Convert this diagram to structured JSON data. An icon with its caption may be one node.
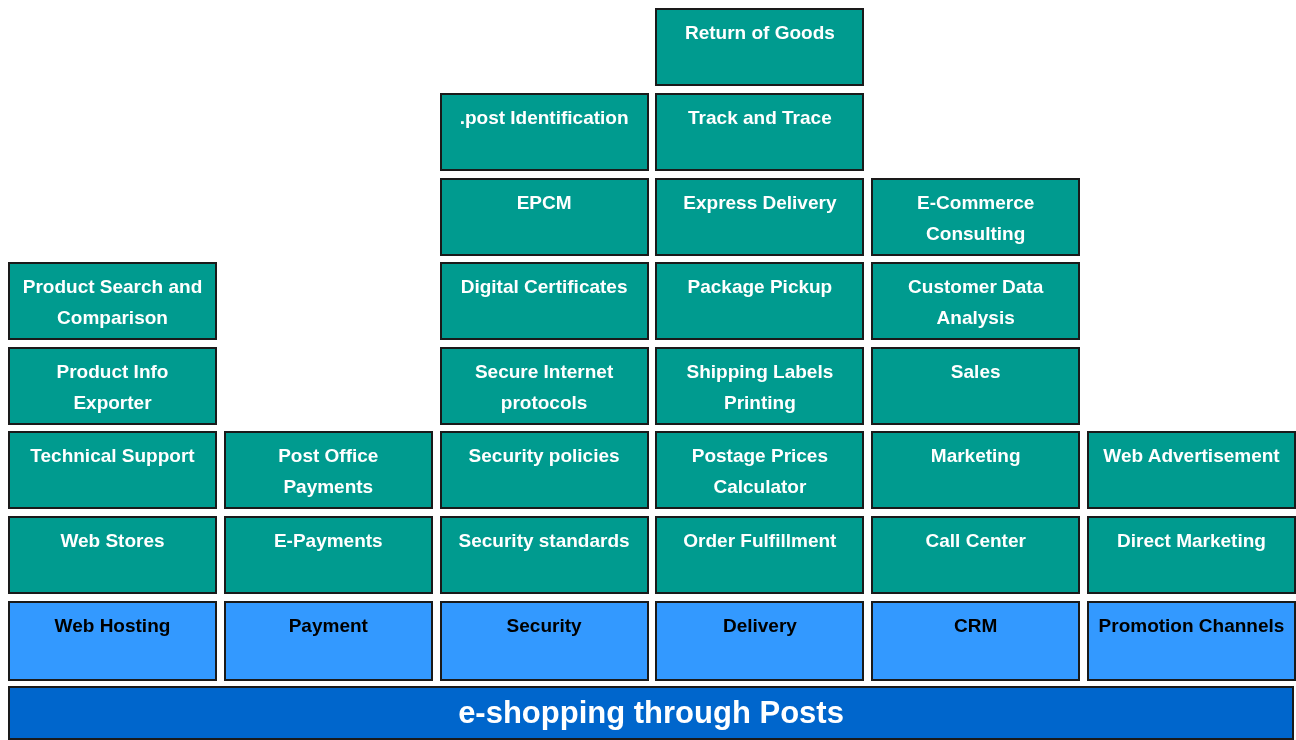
{
  "diagram": {
    "nodes": [
      {
        "text": [
          "Return of Goods"
        ]
      },
      {
        "text": [
          ".post Identification"
        ]
      },
      {
        "text": [
          "Track and Trace"
        ]
      },
      {
        "text": [
          "EPCM"
        ]
      },
      {
        "text": [
          "Express Delivery"
        ]
      },
      {
        "text": [
          "E-Commerce Consulting"
        ]
      },
      {
        "text": [
          "Product Search and Comparison"
        ]
      },
      {
        "text": [
          "Digital Certificates"
        ]
      },
      {
        "text": [
          "Package Pickup"
        ]
      },
      {
        "text": [
          "Customer Data Analysis"
        ]
      },
      {
        "text": [
          "Product Info Exporter"
        ]
      },
      {
        "text": [
          "Secure Internet protocols"
        ]
      },
      {
        "text": [
          "Shipping Labels Printing"
        ]
      },
      {
        "text": [
          "Sales"
        ]
      },
      {
        "text": [
          "Technical Support"
        ]
      },
      {
        "text": [
          "Post Office Payments"
        ]
      },
      {
        "text": [
          "Security policies"
        ]
      },
      {
        "text": [
          "Postage Prices Calculator"
        ]
      },
      {
        "text": [
          "Marketing"
        ]
      },
      {
        "text": [
          "Web Advertisement"
        ]
      },
      {
        "text": [
          "Web Stores"
        ]
      },
      {
        "text": [
          "E-Payments"
        ]
      },
      {
        "text": [
          "Security standards"
        ]
      },
      {
        "text": [
          "Order Fulfillment"
        ]
      },
      {
        "text": [
          "Call Center"
        ]
      },
      {
        "text": [
          "Direct Marketing"
        ]
      },
      {
        "text": [
          "Web Hosting"
        ]
      },
      {
        "text": [
          "Payment"
        ]
      },
      {
        "text": [
          "Security"
        ]
      },
      {
        "text": [
          "Delivery"
        ]
      },
      {
        "text": [
          "CRM"
        ]
      },
      {
        "text": [
          "Promotion Channels"
        ]
      },
      {
        "text": [
          "e-shopping through Posts"
        ]
      }
    ],
    "edges": []
  }
}
